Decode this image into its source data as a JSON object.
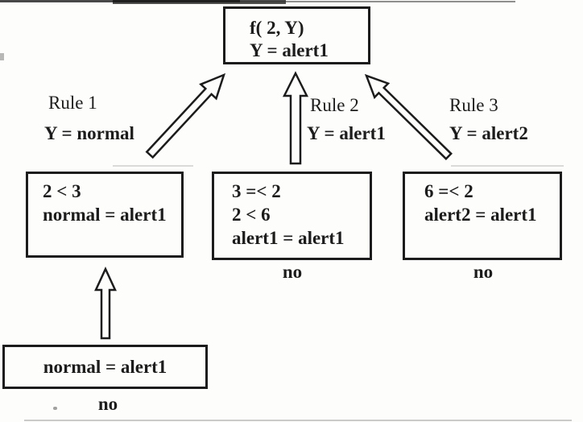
{
  "figure": {
    "goal": {
      "lines": [
        "f( 2, Y)",
        "Y = alert1"
      ]
    },
    "rules": [
      {
        "name": "Rule 1",
        "binding": "Y = normal"
      },
      {
        "name": "Rule 2",
        "binding": "Y = alert1"
      },
      {
        "name": "Rule 3",
        "binding": "Y = alert2"
      }
    ],
    "premises": [
      {
        "lines": [
          "2 < 3",
          "normal = alert1"
        ]
      },
      {
        "lines": [
          "3 =< 2",
          "2 < 6",
          "alert1 = alert1"
        ],
        "result": "no"
      },
      {
        "lines": [
          "6 =< 2",
          "alert2 = alert1"
        ],
        "result": "no"
      }
    ],
    "subgoal": {
      "lines": [
        "normal = alert1"
      ],
      "result": "no"
    },
    "colors": {
      "ink": "#1c1c1c",
      "box_border": "#1c1c1c",
      "background": "#fdfdfc",
      "arrow_fill": "#fdfdfc"
    }
  }
}
